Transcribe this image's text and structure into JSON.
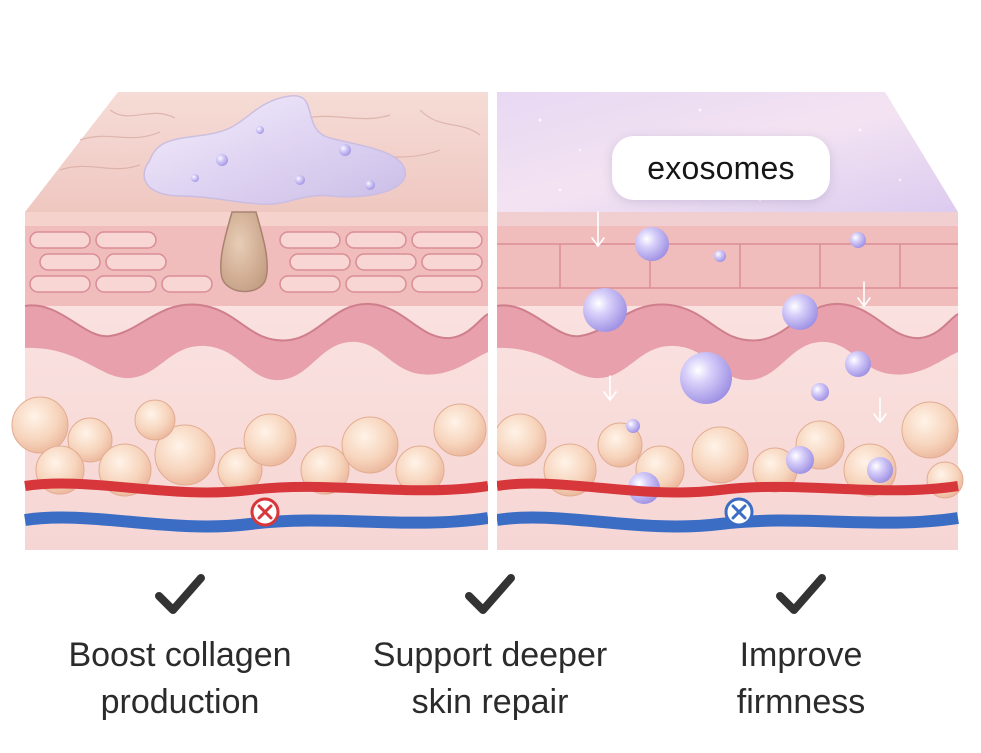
{
  "callout": {
    "text": "exosomes"
  },
  "benefits": [
    {
      "icon": "check-icon",
      "label": "Boost collagen\nproduction"
    },
    {
      "icon": "check-icon",
      "label": "Support deeper\nskin repair"
    },
    {
      "icon": "check-icon",
      "label": "Improve\nfirmness"
    }
  ],
  "colors": {
    "epidermis": "#f2c7c4",
    "dermis_band": "#e9a3a9",
    "fat_cell": "#f7d3bc",
    "artery": "#d7363b",
    "vein": "#3c6dc5",
    "serum": "#e6dcf7",
    "exosome": "#b7a9ee",
    "check": "#333333",
    "text": "#2b2b2b"
  }
}
